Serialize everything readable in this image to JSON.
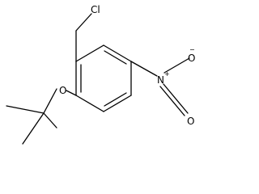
{
  "molecule": {
    "atoms": {
      "chlorine": "Cl",
      "ether_oxygen": "O",
      "nitro_nitrogen": "N",
      "nitro_nitrogen_charge": "+",
      "nitro_oxygen_top": "O",
      "nitro_oxygen_top_charge": "−",
      "nitro_oxygen_bottom": "O"
    },
    "colors": {
      "bond": "#000000",
      "label": "#000000",
      "background": "#ffffff"
    }
  }
}
